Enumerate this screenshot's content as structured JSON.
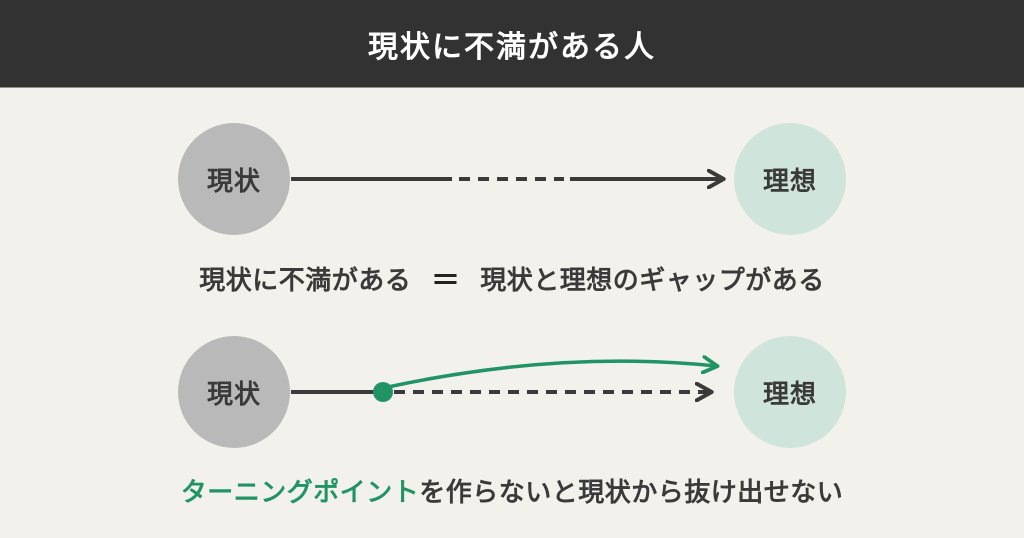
{
  "header": {
    "title": "現状に不満がある人"
  },
  "diagram_top": {
    "left_circle_label": "現状",
    "right_circle_label": "理想"
  },
  "equation": {
    "left": "現状に不満がある",
    "equals": "＝",
    "right": "現状と理想のギャップがある"
  },
  "diagram_bottom": {
    "left_circle_label": "現状",
    "right_circle_label": "理想"
  },
  "caption": {
    "highlight": "ターニングポイント",
    "rest": "を作らないと現状から抜け出せない"
  },
  "colors": {
    "header_bg": "#323232",
    "header_text": "#ffffff",
    "body_bg": "#f3f1eb",
    "gray_circle": "#b9b9b9",
    "mint_circle": "#cfe4da",
    "line_dark": "#3a3a3a",
    "accent_green": "#219465"
  }
}
